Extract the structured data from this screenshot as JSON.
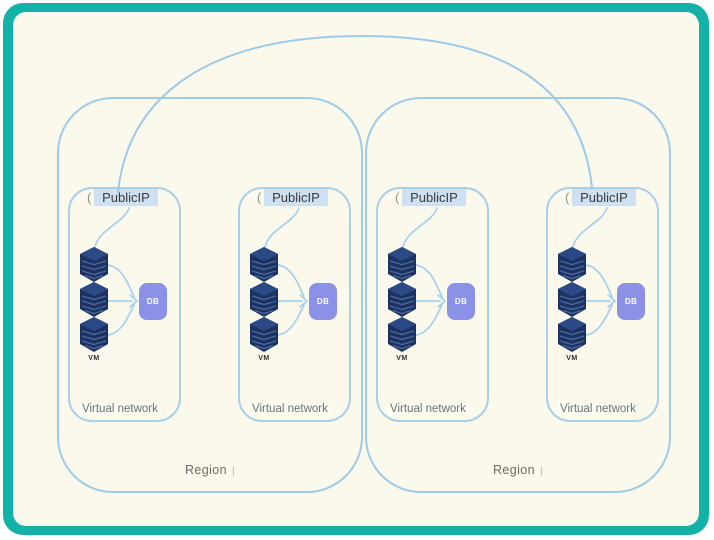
{
  "colors": {
    "frame_teal": "#14b1a8",
    "canvas_cream": "#faf9ec",
    "border_blue": "#9ecbe8",
    "connector_blue": "#a6d0ec",
    "publicip_highlight": "#cde1f2",
    "vm_navy": "#1d3261",
    "vm_top_face": "#2b4a85",
    "db_fill": "#8a91e7",
    "db_text": "#ffffff",
    "label_gray": "#68736f"
  },
  "icons": {
    "vm_icon": "isometric-server-stack",
    "db_icon": "database-cylinder",
    "publicip_icon": "("
  },
  "regions": [
    {
      "label": "Region",
      "cursor_mark": "|",
      "vnets": [
        {
          "publicip_prefix": "(",
          "publicip_label": "PublicIP",
          "vm_label": "VM",
          "db_label": "DB",
          "vnet_label": "Virtual network"
        },
        {
          "publicip_prefix": "(",
          "publicip_label": "PublicIP",
          "vm_label": "VM",
          "db_label": "DB",
          "vnet_label": "Virtual network"
        }
      ]
    },
    {
      "label": "Region",
      "cursor_mark": "|",
      "vnets": [
        {
          "publicip_prefix": "(",
          "publicip_label": "PublicIP",
          "vm_label": "VM",
          "db_label": "DB",
          "vnet_label": "Virtual network"
        },
        {
          "publicip_prefix": "(",
          "publicip_label": "PublicIP",
          "vm_label": "VM",
          "db_label": "DB",
          "vnet_label": "Virtual network"
        }
      ]
    }
  ]
}
